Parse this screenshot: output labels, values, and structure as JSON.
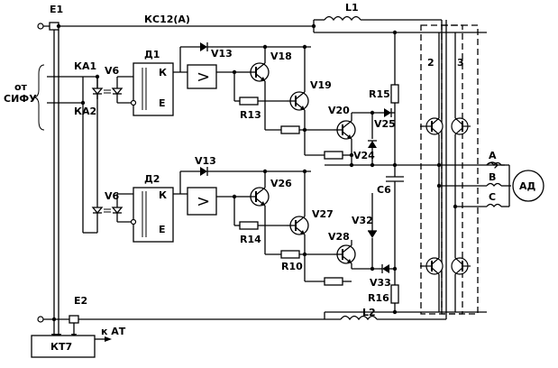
{
  "labels": {
    "e1": "E1",
    "ks12": "КС12(A)",
    "l1": "L1",
    "ot": "от",
    "sifu": "СИФУ",
    "ka1": "КА1",
    "ka2": "КА2",
    "v6_top": "V6",
    "v6_bot": "V6",
    "d1": "Д1",
    "d2": "Д2",
    "k_top": "К",
    "e_top": "Е",
    "k_bot": "К",
    "e_bot": "Е",
    "gt_top": ">",
    "gt_bot": ">",
    "v13_top": "V13",
    "v13_bot": "V13",
    "v18": "V18",
    "v19": "V19",
    "v20": "V20",
    "v24": "V24",
    "v25": "V25",
    "r13": "R13",
    "r15": "R15",
    "v26": "V26",
    "v27": "V27",
    "v28": "V28",
    "r14": "R14",
    "r10": "R10",
    "r16": "R16",
    "v32": "V32",
    "v33": "V33",
    "c6": "С6",
    "n2": "2",
    "n3": "3",
    "a": "A",
    "b": "B",
    "c": "C",
    "ad": "АД",
    "e2": "E2",
    "l2": "L2",
    "kt7": "КТ7",
    "kat": "к АТ"
  }
}
